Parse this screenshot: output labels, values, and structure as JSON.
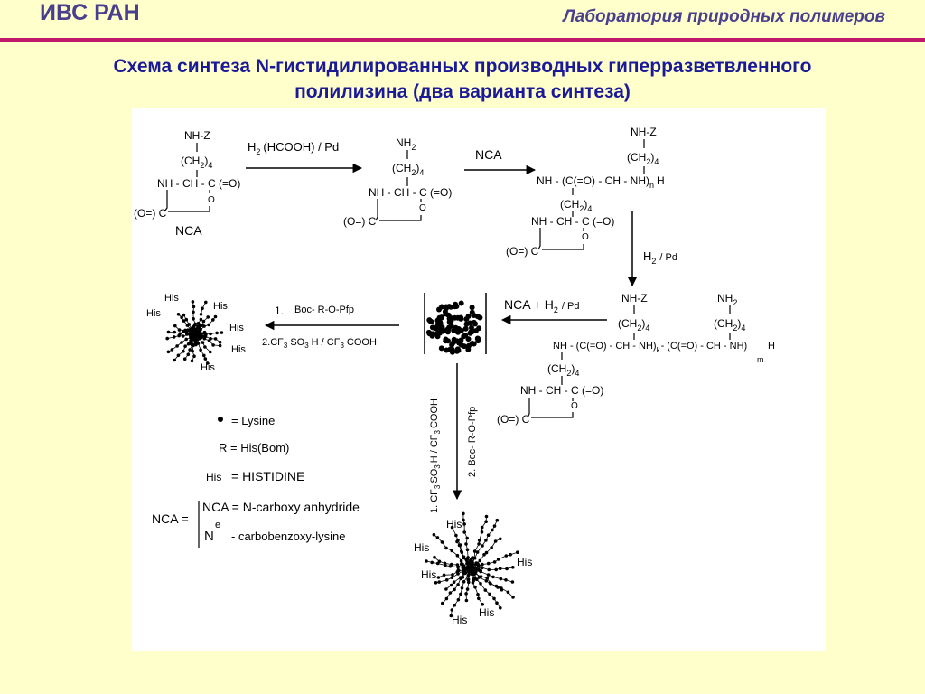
{
  "header": {
    "org": "ИВС РАН",
    "lab": "Лаборатория природных полимеров"
  },
  "title": {
    "line1": "Схема синтеза N-гистидилированных производных гиперразветвленного",
    "line2": "полилизина (два варианта синтеза)"
  },
  "scheme": {
    "s1": {
      "nhz": "NH-Z",
      "ch2": "(CH",
      "sub2": "2",
      "par": ")",
      "sub4": "4",
      "nh": "NH - CH - C",
      "eqo": "(=O)",
      "o": "O",
      "oc": "(O=) C",
      "nca": "NCA"
    },
    "arrow1": {
      "h": "H",
      "sub2": "2",
      "rest": "(HCOOH) / Pd"
    },
    "s2": {
      "nh2": "NH",
      "sub2": "2",
      "ch2": "(CH",
      "sub2b": "2",
      "par": ")",
      "sub4": "4",
      "nh": "NH - CH - C",
      "eqo": "(=O)",
      "o": "O",
      "oc": "(O=) C"
    },
    "arrow2": {
      "label": "NCA"
    },
    "s3": {
      "nhz": "NH-Z",
      "ch2": "(CH",
      "sub2": "2",
      "par": ")",
      "sub4": "4",
      "chain": "NH - (C(=O) - CH - NH)",
      "subn": "n",
      "h": "H",
      "ch2b": "(CH",
      "sub2b": "2",
      "parb": ")",
      "sub4b": "4",
      "nh": "NH - CH - C",
      "eqo": "(=O)",
      "o": "O",
      "oc": "(O=) C"
    },
    "arrow3": {
      "h": "H",
      "sub2": "2",
      "pd": "/ Pd"
    },
    "s4": {
      "nhz": "NH-Z",
      "nh2": "NH",
      "sub2": "2",
      "ch2": "(CH",
      "sub2b": "2",
      "par": ")",
      "sub4": "4",
      "chain": "NH - (C(=O) - CH - NH)",
      "subk": "k",
      "chain2": "- (C(=O) - CH - NH)",
      "subm": "m",
      "h": "H",
      "nh": "NH - CH - C",
      "eqo": "(=O)",
      "o": "O",
      "oc": "(O=) C"
    },
    "arrow4": {
      "label": "NCA + H",
      "sub2": "2",
      "pd": "/ Pd"
    },
    "arrow5": {
      "n1": "1.",
      "l1": "Boc- R-O-Pfp",
      "n2": "2.",
      "cf": "CF",
      "sub3": "3",
      "so": "SO",
      "h": "H / CF",
      "cooh": "COOH"
    },
    "arrow6": {
      "l1": "1. CF",
      "sub3": "3",
      "so": "SO",
      "sub3b": "3",
      "h": "H / CF",
      "sub3c": "3",
      "cooh": "COOH",
      "l2": "2. Boc- R-O-Pfp"
    },
    "his": "His",
    "legend": {
      "lysine": "= Lysine",
      "r": "R = His(Bom)",
      "his_lbl": "His",
      "histidine": "=   HISTIDINE",
      "nca_lhs": "NCA =",
      "nca_rhs": "NCA = N-carboxy anhydride",
      "ne": "N",
      "e": "e",
      "cbz": "-   carbobenzoxy-lysine"
    }
  }
}
